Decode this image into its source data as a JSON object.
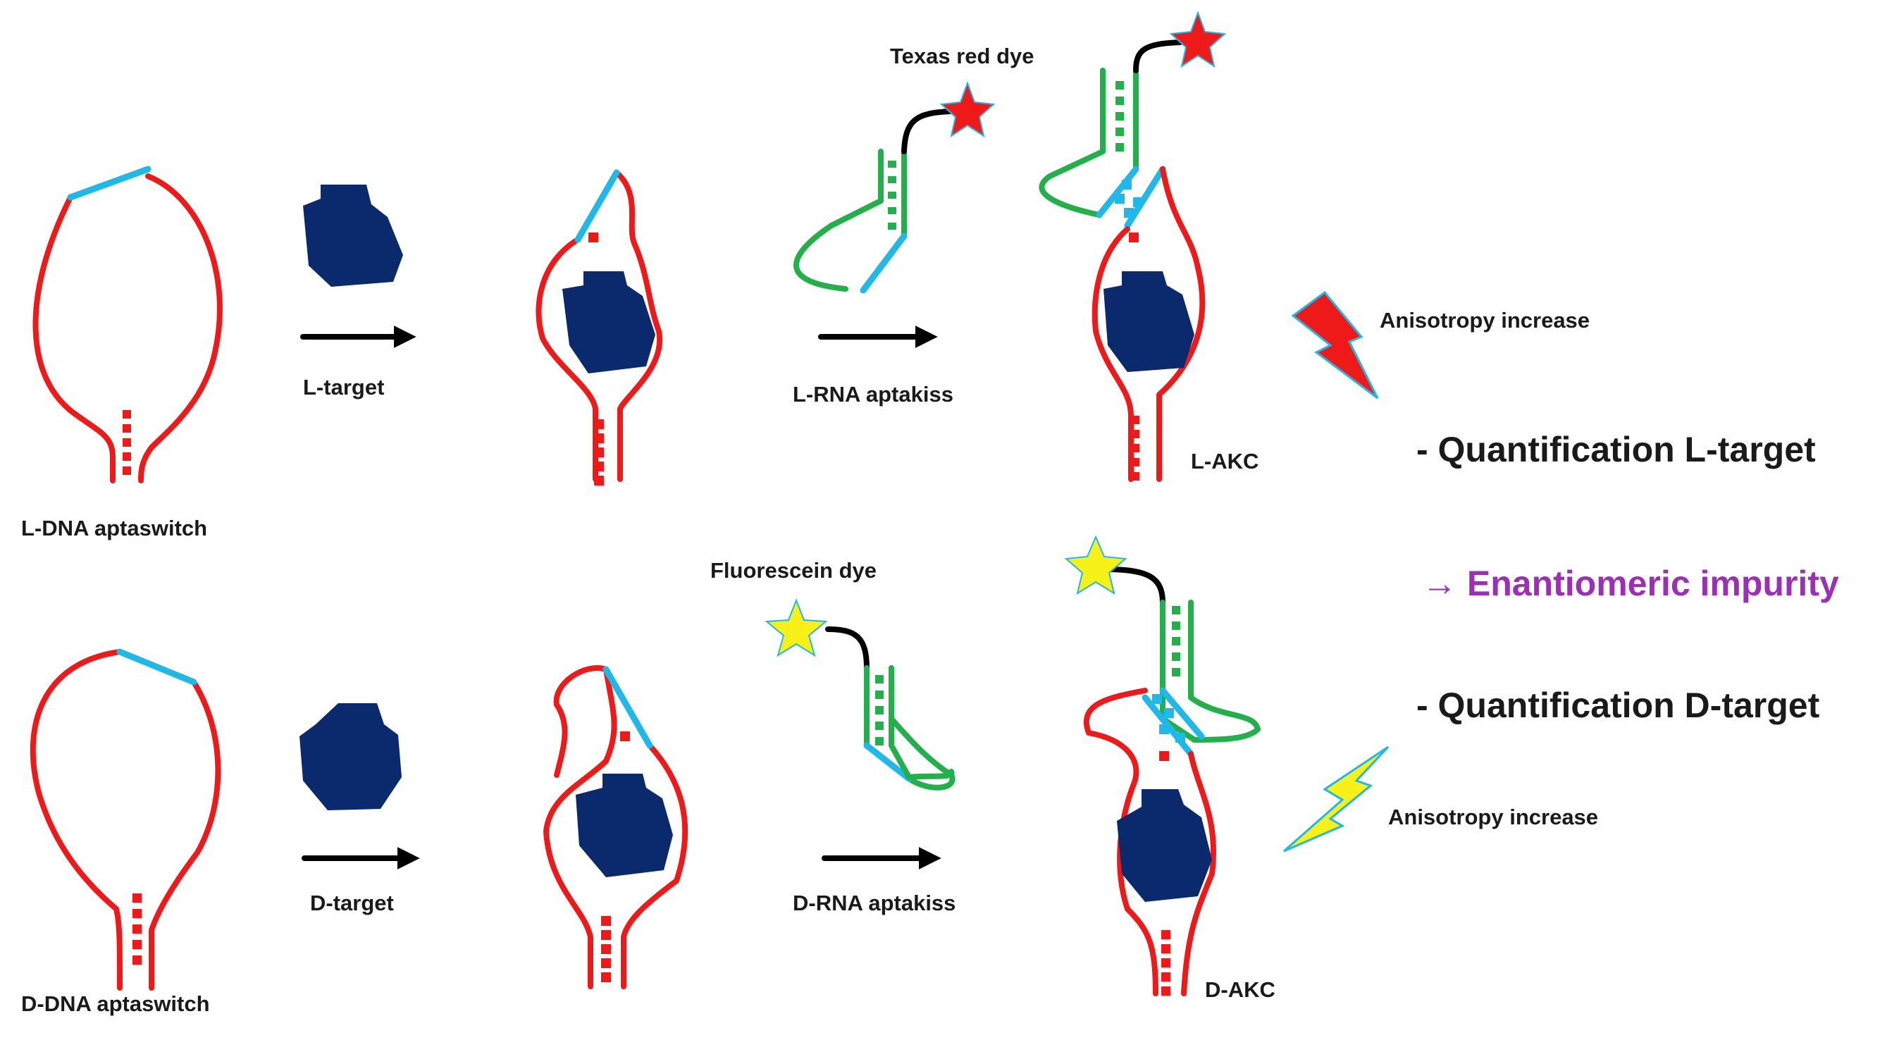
{
  "labels": {
    "l_dna": "L-DNA aptaswitch",
    "d_dna": "D-DNA aptaswitch",
    "l_target": "L-target",
    "d_target": "D-target",
    "l_rna": "L-RNA aptakiss",
    "d_rna": "D-RNA aptakiss",
    "texas_red": "Texas red dye",
    "fluorescein": "Fluorescein dye",
    "l_akc": "L-AKC",
    "d_akc": "D-AKC",
    "aniso_top": "Anisotropy increase",
    "aniso_bottom": "Anisotropy increase",
    "quant_l": "- Quantification L-target",
    "enantio": "→ Enantiomeric impurity",
    "quant_d": "- Quantification D-target"
  },
  "colors": {
    "dna_strand": "#ee1a1a",
    "loop_segment": "#1fb8e8",
    "rna_strand": "#22b04b",
    "target": "#0b2a6e",
    "texas_red_dye": "#ee1a1a",
    "fluorescein_dye": "#f7f019",
    "impurity_text": "#9b30b4"
  }
}
